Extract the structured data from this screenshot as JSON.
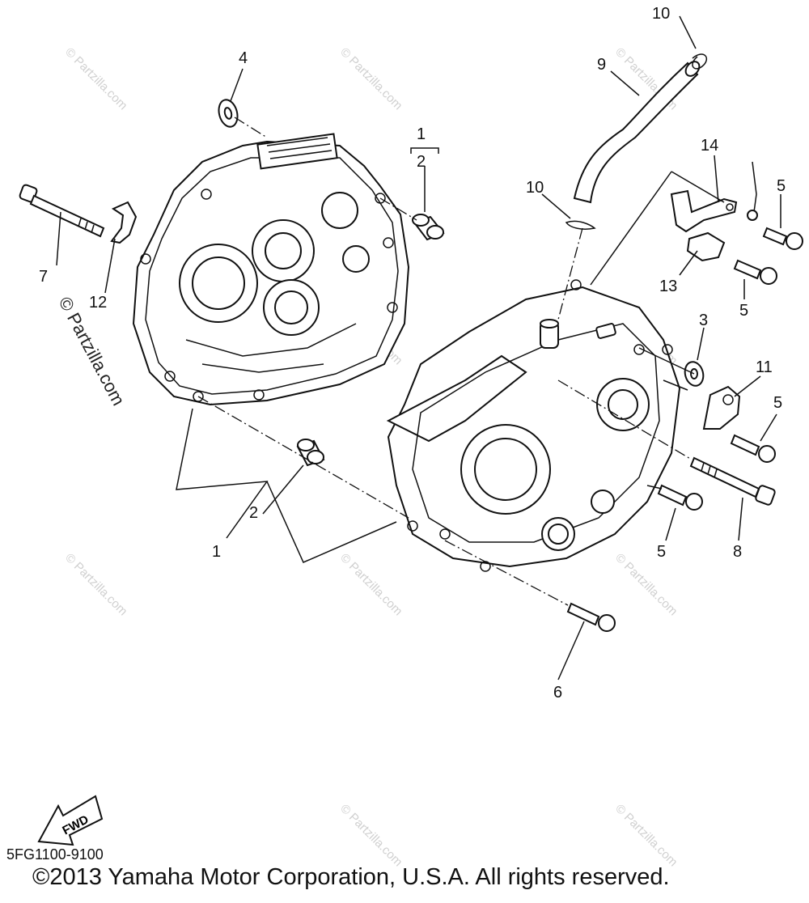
{
  "callouts": {
    "c1_top": "1",
    "c2_top": "2",
    "c3": "3",
    "c4": "4",
    "c5_a": "5",
    "c5_b": "5",
    "c5_c": "5",
    "c5_d": "5",
    "c6": "6",
    "c7": "7",
    "c8": "8",
    "c9": "9",
    "c10_top": "10",
    "c10_mid": "10",
    "c11": "11",
    "c12": "12",
    "c13": "13",
    "c14": "14",
    "c2_bottom": "2",
    "c1_bottom": "1"
  },
  "watermark": {
    "text": "© Partzilla.com",
    "side_text": "© Partzilla.com"
  },
  "fwd_label": "FWD",
  "diagram_code": "5FG1100-9100",
  "copyright": "©2013 Yamaha Motor Corporation, U.S.A. All rights reserved."
}
